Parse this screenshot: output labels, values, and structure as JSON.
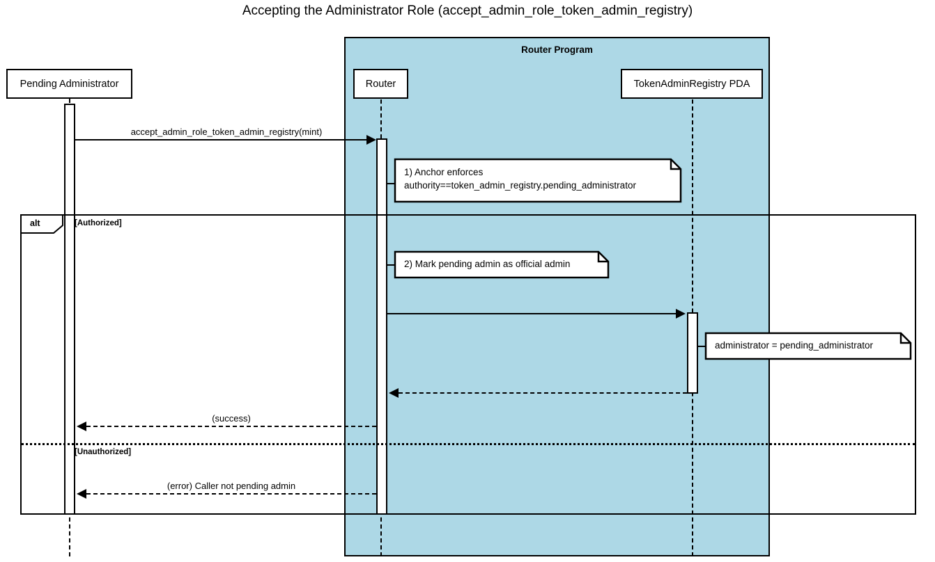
{
  "diagram": {
    "type": "uml-sequence-diagram",
    "title": "Accepting the Administrator Role (accept_admin_role_token_admin_registry)",
    "background_color": "#ffffff",
    "group_fill_color": "#add8e6",
    "line_color": "#000000"
  },
  "group": {
    "label": "Router Program"
  },
  "participants": [
    {
      "id": "pending_admin",
      "label": "Pending Administrator"
    },
    {
      "id": "router",
      "label": "Router"
    },
    {
      "id": "registry_pda",
      "label": "TokenAdminRegistry PDA"
    }
  ],
  "messages": [
    {
      "id": "m1",
      "label": "accept_admin_role_token_admin_registry(mint)",
      "from": "pending_admin",
      "to": "router",
      "style": "solid",
      "direction": "right"
    },
    {
      "id": "m2",
      "label": "",
      "from": "router",
      "to": "registry_pda",
      "style": "solid",
      "direction": "right"
    },
    {
      "id": "m3",
      "label": "",
      "from": "registry_pda",
      "to": "router",
      "style": "dashed",
      "direction": "left"
    },
    {
      "id": "m4",
      "label": "(success)",
      "from": "router",
      "to": "pending_admin",
      "style": "dashed",
      "direction": "left"
    },
    {
      "id": "m5",
      "label": "(error) Caller not pending admin",
      "from": "router",
      "to": "pending_admin",
      "style": "dashed",
      "direction": "left"
    }
  ],
  "notes": [
    {
      "id": "note1",
      "text": "1) Anchor enforces\nauthority==token_admin_registry.pending_administrator",
      "attached_to": "router"
    },
    {
      "id": "note2",
      "text": "2) Mark pending admin as official admin",
      "attached_to": "router"
    },
    {
      "id": "note3",
      "text": "administrator = pending_administrator",
      "attached_to": "registry_pda"
    }
  ],
  "fragment": {
    "operator": "alt",
    "branches": [
      {
        "id": "branch_authorized",
        "condition": "[Authorized]"
      },
      {
        "id": "branch_unauthorized",
        "condition": "[Unauthorized]"
      }
    ]
  }
}
